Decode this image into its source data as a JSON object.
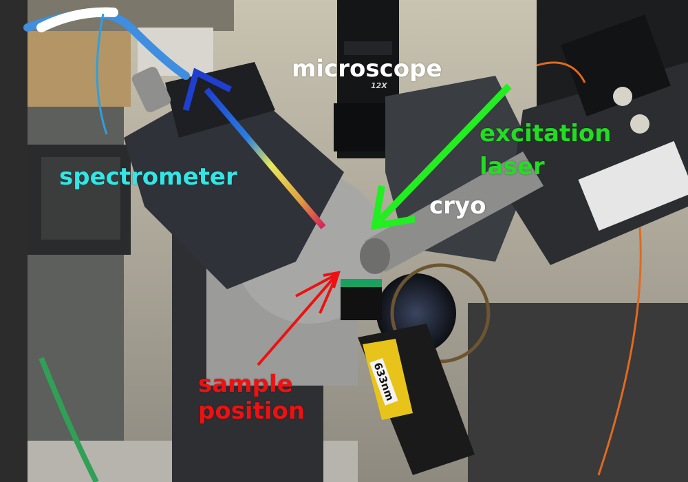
{
  "annotations": {
    "microscope": "microscope",
    "excitation": "excitation",
    "laser": "laser",
    "cryo": "cryo",
    "spectrometer": "spectrometer",
    "sample": "sample",
    "position": "position"
  },
  "stamps": {
    "magnification": "12X",
    "wavelength": "633nm"
  },
  "colors": {
    "microscope_label": "#ffffff",
    "cryo_label": "#ffffff",
    "excitation_label": "#22dd22",
    "laser_arrow": "#22ee22",
    "spectrometer_label": "#33e5e5",
    "spectrometer_arrow_head": "#1f3fd0",
    "sample_label": "#ee1111",
    "sample_arrows": "#ee1111",
    "background_wall": "#b8b4a6",
    "instrument_body": "#2e3136",
    "mount_plate": "#9a9a98",
    "cryo_rod": "#8d8d8c"
  },
  "icons": {
    "laser_arrow": "arrow-icon",
    "spectrum_arrow": "rainbow-arrow-icon",
    "sample_arrows": "triple-arrow-icon"
  }
}
